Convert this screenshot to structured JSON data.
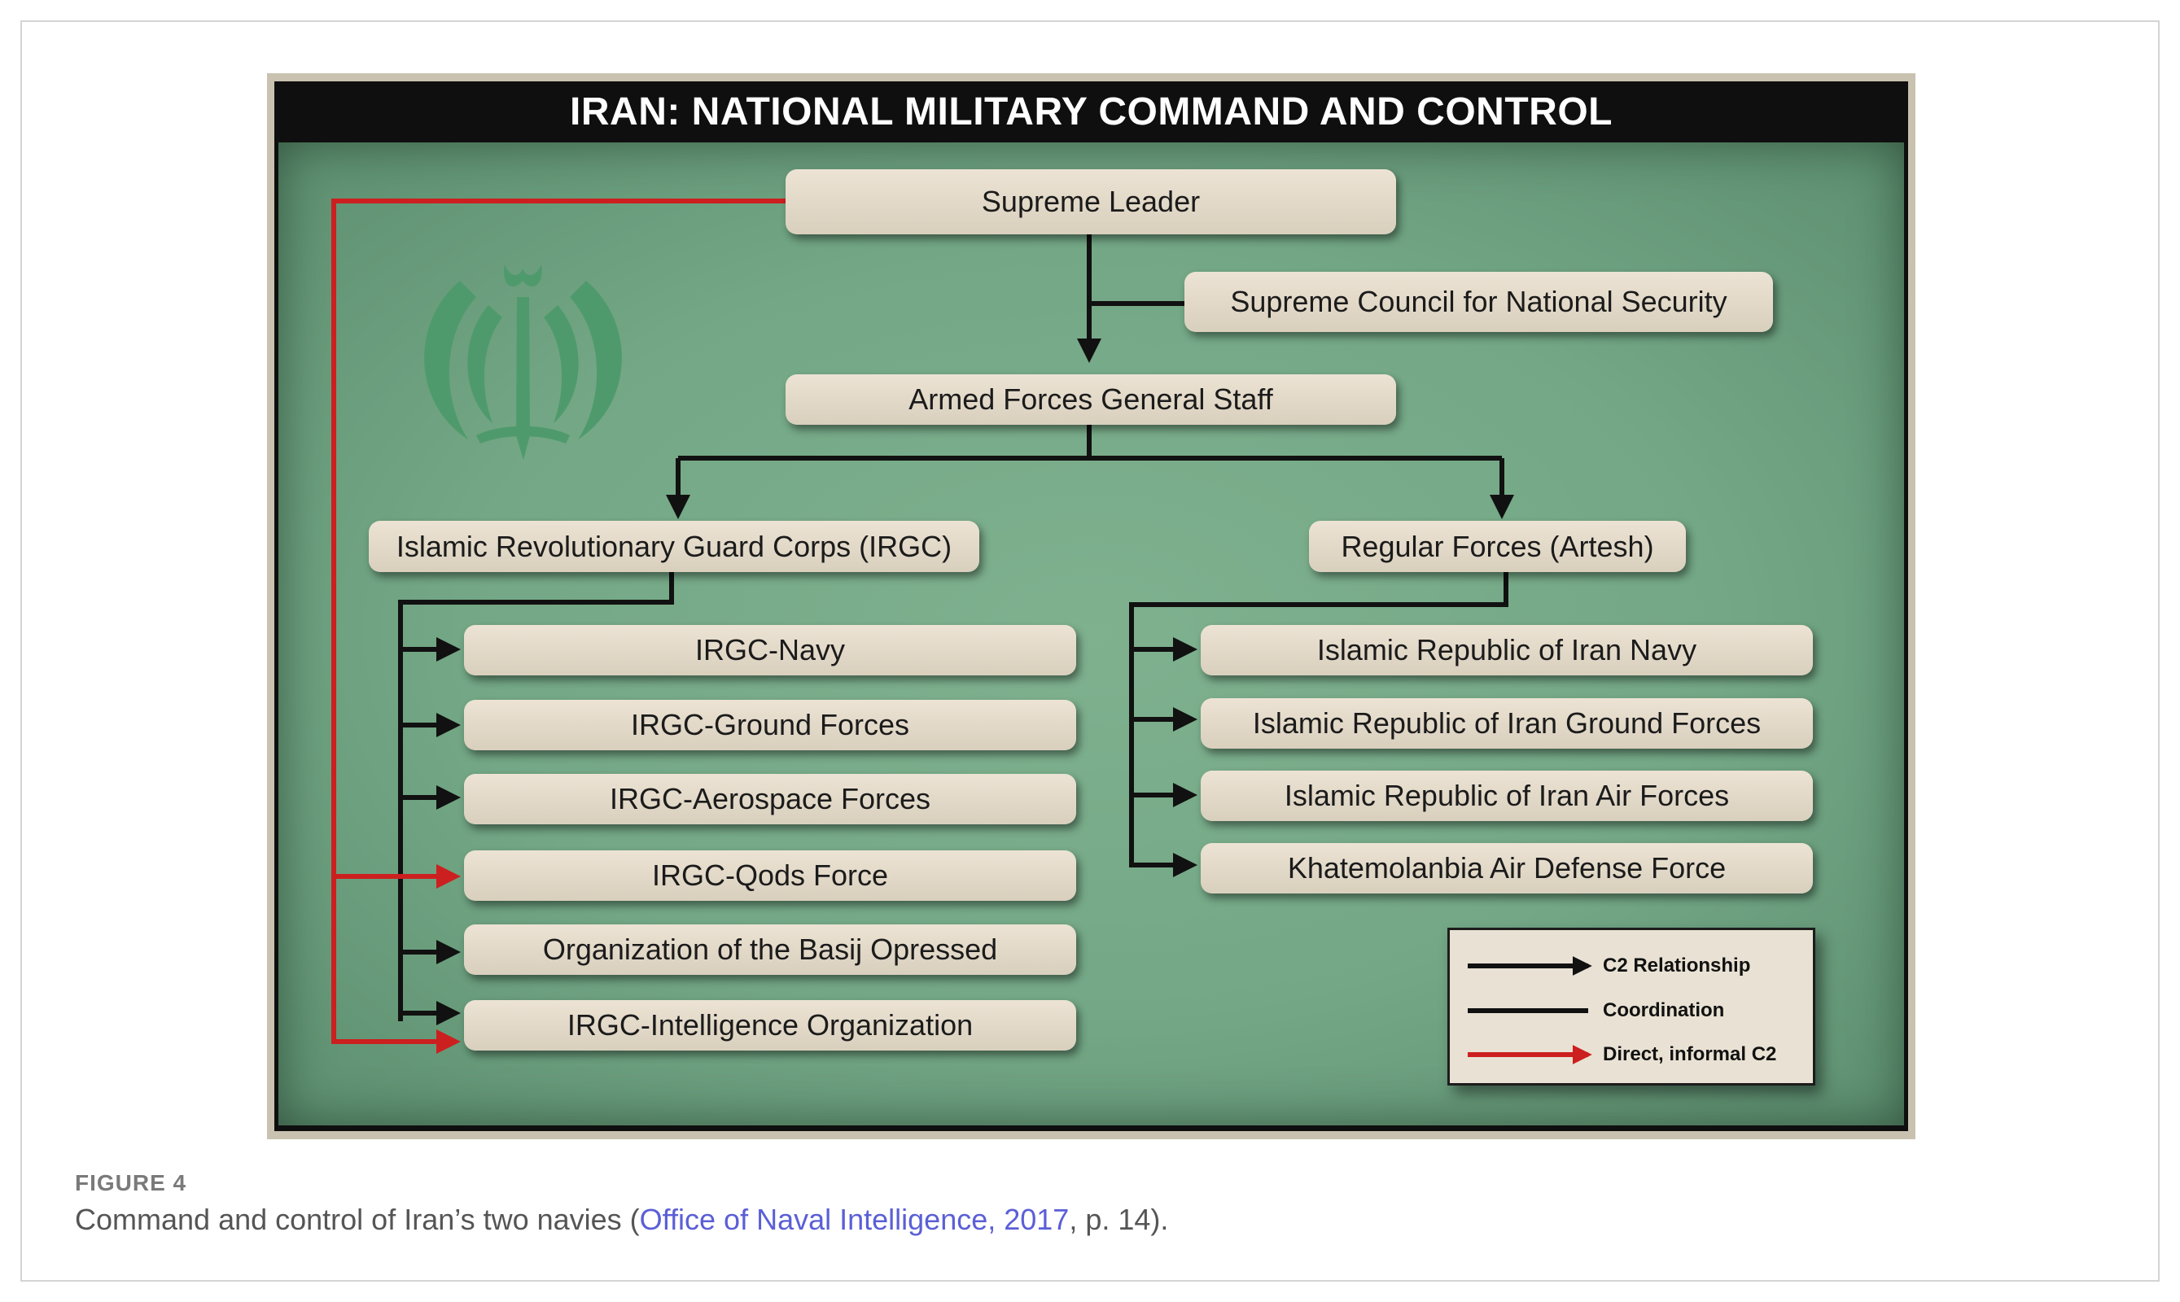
{
  "diagram": {
    "title": "IRAN: NATIONAL MILITARY COMMAND AND CONTROL",
    "nodes": {
      "supreme_leader": "Supreme Leader",
      "sncs": "Supreme Council for National Security",
      "afgs": "Armed Forces General Staff",
      "irgc": "Islamic Revolutionary Guard Corps (IRGC)",
      "artesh": "Regular Forces (Artesh)"
    },
    "irgc_units": [
      "IRGC-Navy",
      "IRGC-Ground Forces",
      "IRGC-Aerospace Forces",
      "IRGC-Qods Force",
      "Organization of the Basij Opressed",
      "IRGC-Intelligence Organization"
    ],
    "artesh_units": [
      "Islamic Republic of Iran Navy",
      "Islamic Republic of Iran Ground Forces",
      "Islamic Republic of Iran Air Forces",
      "Khatemolanbia Air Defense Force"
    ],
    "legend": {
      "c2": "C2 Relationship",
      "coordination": "Coordination",
      "informal": "Direct, informal C2"
    },
    "colors": {
      "c2": "#111111",
      "informal": "#cc1f1f",
      "background": "#76a987",
      "box": "#e2d9c8"
    },
    "emblem_icon": "iran-emblem-icon"
  },
  "caption": {
    "label": "FIGURE 4",
    "text_before": "Command and control of Iran’s two navies (",
    "link": "Office of Naval Intelligence, 2017",
    "text_after": ", p. 14)."
  }
}
